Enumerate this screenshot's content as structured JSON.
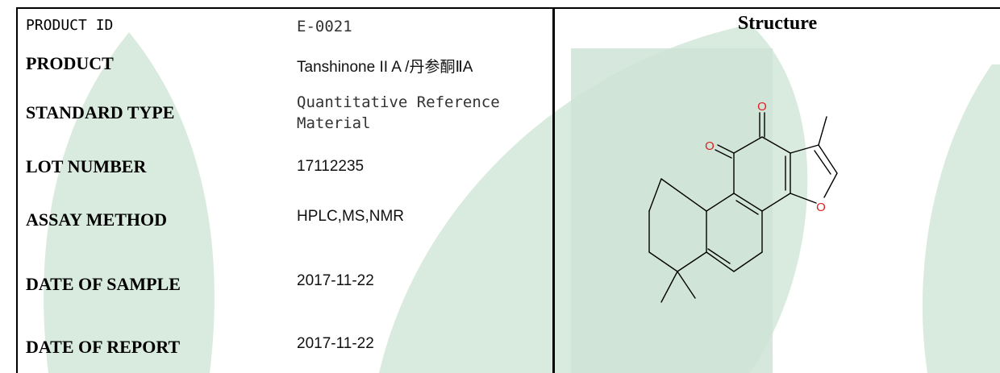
{
  "sheet": {
    "rows": [
      {
        "label": "PRODUCT ID",
        "value": "E-0021"
      },
      {
        "label": "PRODUCT",
        "value": "Tanshinone II A /丹参酮ⅡA"
      },
      {
        "label": "STANDARD TYPE",
        "value": "Quantitative Reference Material"
      },
      {
        "label": "LOT NUMBER",
        "value": "17112235"
      },
      {
        "label": "ASSAY METHOD",
        "value": "HPLC,MS,NMR"
      },
      {
        "label": "DATE OF SAMPLE",
        "value": "2017-11-22"
      },
      {
        "label": "DATE OF REPORT",
        "value": "2017-11-22"
      }
    ],
    "structure_title": "Structure"
  },
  "colors": {
    "watermark": "#d9ebdf",
    "bond": "#000000",
    "oxygen": "#e02020"
  },
  "molecule": {
    "atoms": [
      {
        "symbol": "O",
        "label": "O"
      },
      {
        "symbol": "O",
        "label": "O"
      },
      {
        "symbol": "O",
        "label": "O"
      }
    ]
  }
}
